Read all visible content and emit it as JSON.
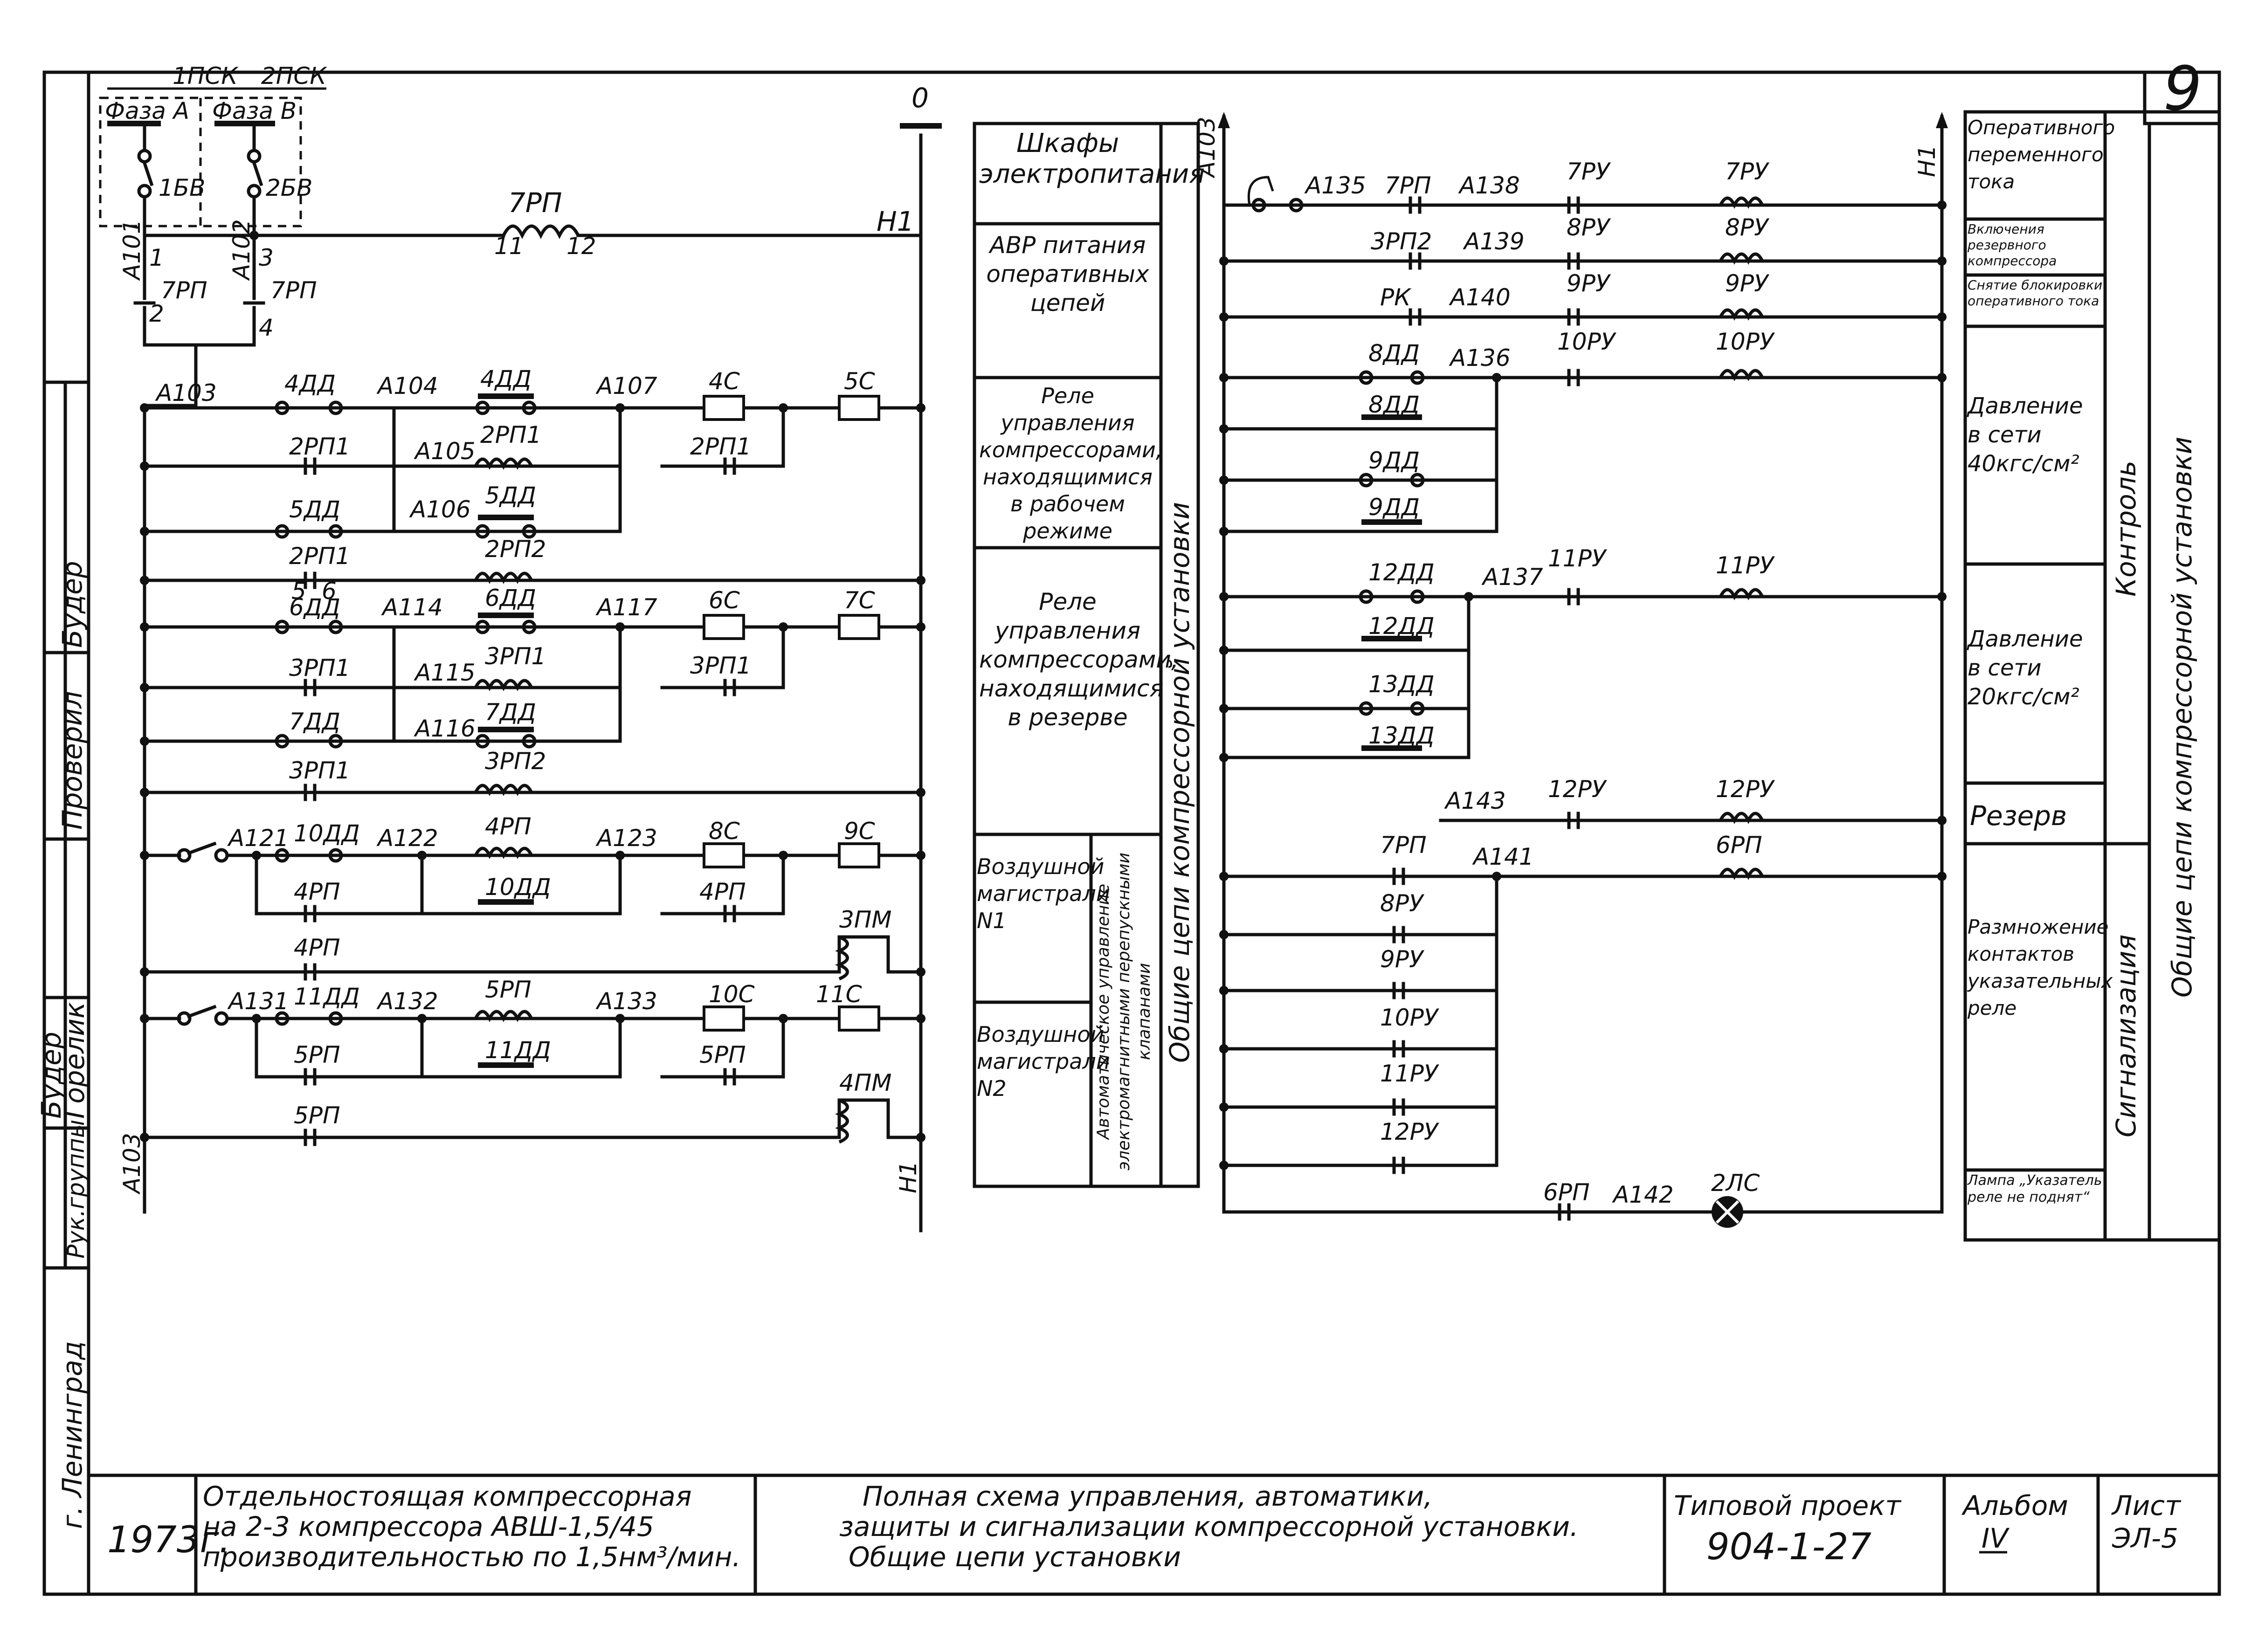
{
  "sheet": {
    "number": "9",
    "year": "1973г.",
    "project_title": "Отдельностоящая компрессорная на 2-3 компрессора АВШ-1,5/45 производительностью по 1,5нм³/мин.",
    "project_title_l1": "Отдельностоящая компрессорная",
    "project_title_l2": "на 2-3 компрессора АВШ-1,5/45",
    "project_title_l3": "производительностью по 1,5нм³/мин.",
    "drawing_title_l1": "Полная схема управления, автоматики,",
    "drawing_title_l2": "защиты и сигнализации компрессорной установки.",
    "drawing_title_l3": "Общие цепи установки",
    "type_project_label": "Типовой проект",
    "type_project_number": "904-1-27",
    "album_label": "Альбом",
    "album_number": "IV",
    "sheet_label": "Лист",
    "sheet_code": "ЭЛ-5",
    "city": "г. Ленинград"
  },
  "side_stamp": {
    "checked_label": "Проверил",
    "checked_name": "Будер",
    "dept_head_label": "Рук.группы",
    "dept_head_name": "Горелик",
    "name2": "Будер"
  },
  "left_diagram": {
    "phases": [
      "Фаза А",
      "Фаза В"
    ],
    "top_labels": [
      "1ПСК",
      "2ПСК"
    ],
    "fuses": [
      "1БВ",
      "2БВ"
    ],
    "bus_top": "0",
    "bus_right": "Н1",
    "bus_bottom": "Н1",
    "wire_labels": [
      "А101",
      "А102",
      "А103",
      "А104",
      "А105",
      "А106",
      "А107",
      "А114",
      "А115",
      "А116",
      "А117",
      "А121",
      "А122",
      "А123",
      "А131",
      "А132",
      "А133",
      "А103"
    ],
    "devices": [
      "7РП",
      "4ДД",
      "4ДД",
      "4С",
      "5С",
      "2РП1",
      "2РП1",
      "2РП1",
      "5ДД",
      "5ДД",
      "2РП1",
      "2РП2",
      "6ДД",
      "6ДД",
      "6С",
      "7С",
      "3РП1",
      "3РП1",
      "3РП1",
      "7ДД",
      "7ДД",
      "3РП1",
      "3РП2",
      "10ДД",
      "4РП",
      "8С",
      "9С",
      "4РП",
      "10ДД",
      "4РП",
      "3ПМ",
      "4РП",
      "11ДД",
      "5РП",
      "10С",
      "11С",
      "5РП",
      "11ДД",
      "5РП",
      "4ПМ",
      "5РП"
    ],
    "contacts": [
      "1",
      "2",
      "3",
      "4",
      "11",
      "12",
      "4",
      "3",
      "2",
      "1",
      "5",
      "6"
    ]
  },
  "mid_legend": {
    "rows": [
      "Шкафы электропитания",
      "АВР питания оперативных цепей",
      "Реле управления компрессорами, находящимися в рабочем режиме",
      "Реле управления компрессорами, находящимися в резерве",
      "Воздушной магистрали N1",
      "Воздушной магистрали N2"
    ],
    "vertical_1": "Автоматическое управление электромагнитными перепускными клапанами",
    "vertical_2": "Общие цепи компрессорной установки"
  },
  "right_diagram": {
    "bus_left": "А103",
    "bus_right": "Н1",
    "wire_labels": [
      "А135",
      "А138",
      "А139",
      "А140",
      "А136",
      "А137",
      "А143",
      "А141",
      "А142"
    ],
    "devices": [
      "7РП",
      "3РП2",
      "РК",
      "8ДД",
      "8ДД",
      "9ДД",
      "9ДД",
      "12ДД",
      "12ДД",
      "13ДД",
      "13ДД",
      "7РУ",
      "8РУ",
      "9РУ",
      "10РУ",
      "11РУ",
      "12РУ",
      "6РП",
      "2ЛС"
    ],
    "contacts_left": [
      "7РП",
      "8РУ",
      "9РУ",
      "10РУ",
      "11РУ",
      "12РУ"
    ]
  },
  "right_legend": {
    "rows": [
      "Оперативного переменного тока",
      "Включения резервного компрессора",
      "Снятие блокировки оперативного тока",
      "Давление в сети 40кгс/см²",
      "Давление в сети 20кгс/см²",
      "Резерв",
      "Размножение контактов указательных реле",
      "Лампа „Указатель реле не поднят“"
    ],
    "vertical_1": "Контроль",
    "vertical_2": "Сигнализация",
    "vertical_3": "Общие цепи компрессорной установки"
  }
}
